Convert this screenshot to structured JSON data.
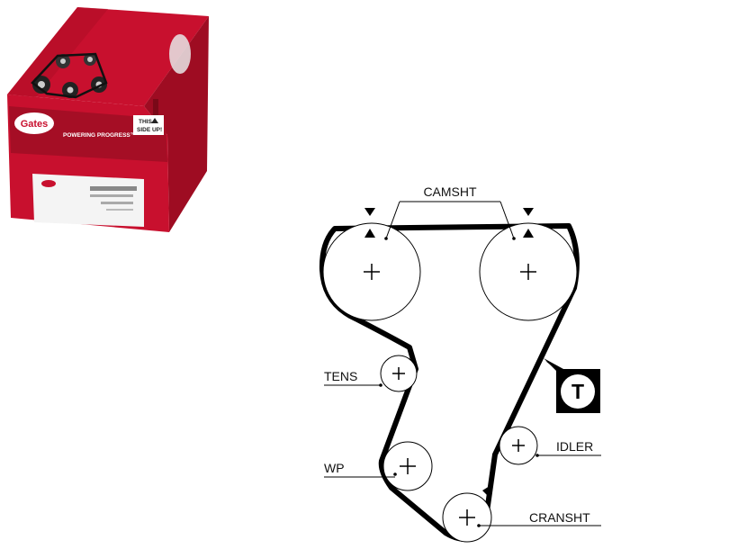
{
  "product_box": {
    "brand": "Gates",
    "tagline": "POWERING PROGRESS™",
    "orientation_line1": "THIS",
    "orientation_line2": "SIDE UP!",
    "colors": {
      "red": "#c8102e",
      "dark_red": "#8e0b1f",
      "white": "#ffffff"
    }
  },
  "diagram": {
    "labels": {
      "camshaft": "CAMSHT",
      "tensioner": "TENS",
      "water_pump": "WP",
      "idler": "IDLER",
      "crankshaft": "CRANSHT"
    },
    "tensioner_symbol": "T",
    "colors": {
      "belt": "#000000",
      "pulley": "#000000"
    }
  }
}
